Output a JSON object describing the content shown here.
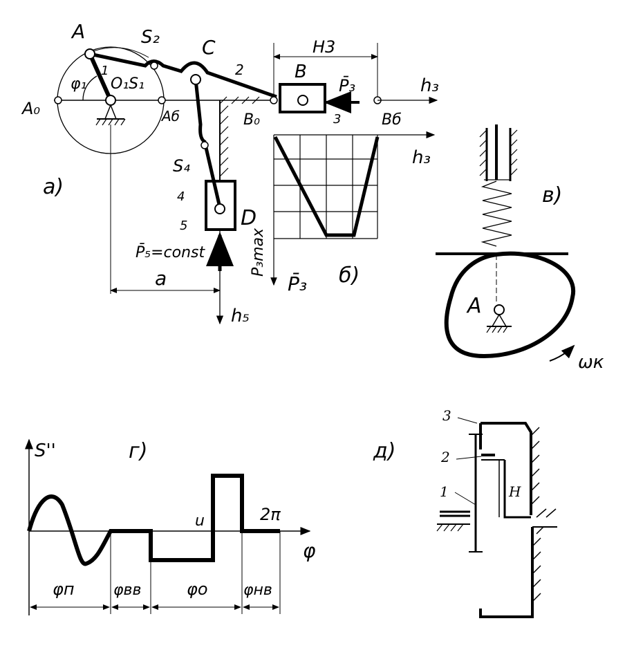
{
  "mechanism": {
    "label_A": "A",
    "label_S2": "S₂",
    "label_C": "C",
    "label_H3": "H3",
    "label_A0": "A₀",
    "label_phi1": "φ₁",
    "label_1": "1",
    "label_O1S1": "O₁S₁",
    "label_Ab": "Aб",
    "label_2": "2",
    "label_B": "B",
    "label_P3": "P̄₃",
    "label_h3_top": "h₃",
    "label_B0": "B₀",
    "label_3": "3",
    "label_Bb": "Bб",
    "label_h3_mid": "h₃",
    "label_S4": "S₄",
    "label_4": "4",
    "label_5": "5",
    "label_D": "D",
    "label_P3max": "P₃max",
    "label_P5": "P̄₅=const",
    "label_a_dim": "a",
    "label_h5": "h₅",
    "label_P3_bottom": "P̄₃",
    "label_a_part": "а)",
    "label_b_part": "б)"
  },
  "cam": {
    "label_v_part": "в)",
    "label_A": "A",
    "label_omega": "ωк"
  },
  "graph": {
    "label_S": "S''",
    "label_g_part": "г)",
    "label_u": "u",
    "label_2pi": "2π",
    "label_phi": "φ",
    "label_phi_p": "φп",
    "label_phi_vv": "φвв",
    "label_phi_o": "φо",
    "label_phi_nv": "φнв"
  },
  "gear": {
    "label_d_part": "д)",
    "label_3": "3",
    "label_2": "2",
    "label_1": "1",
    "label_H": "H"
  }
}
